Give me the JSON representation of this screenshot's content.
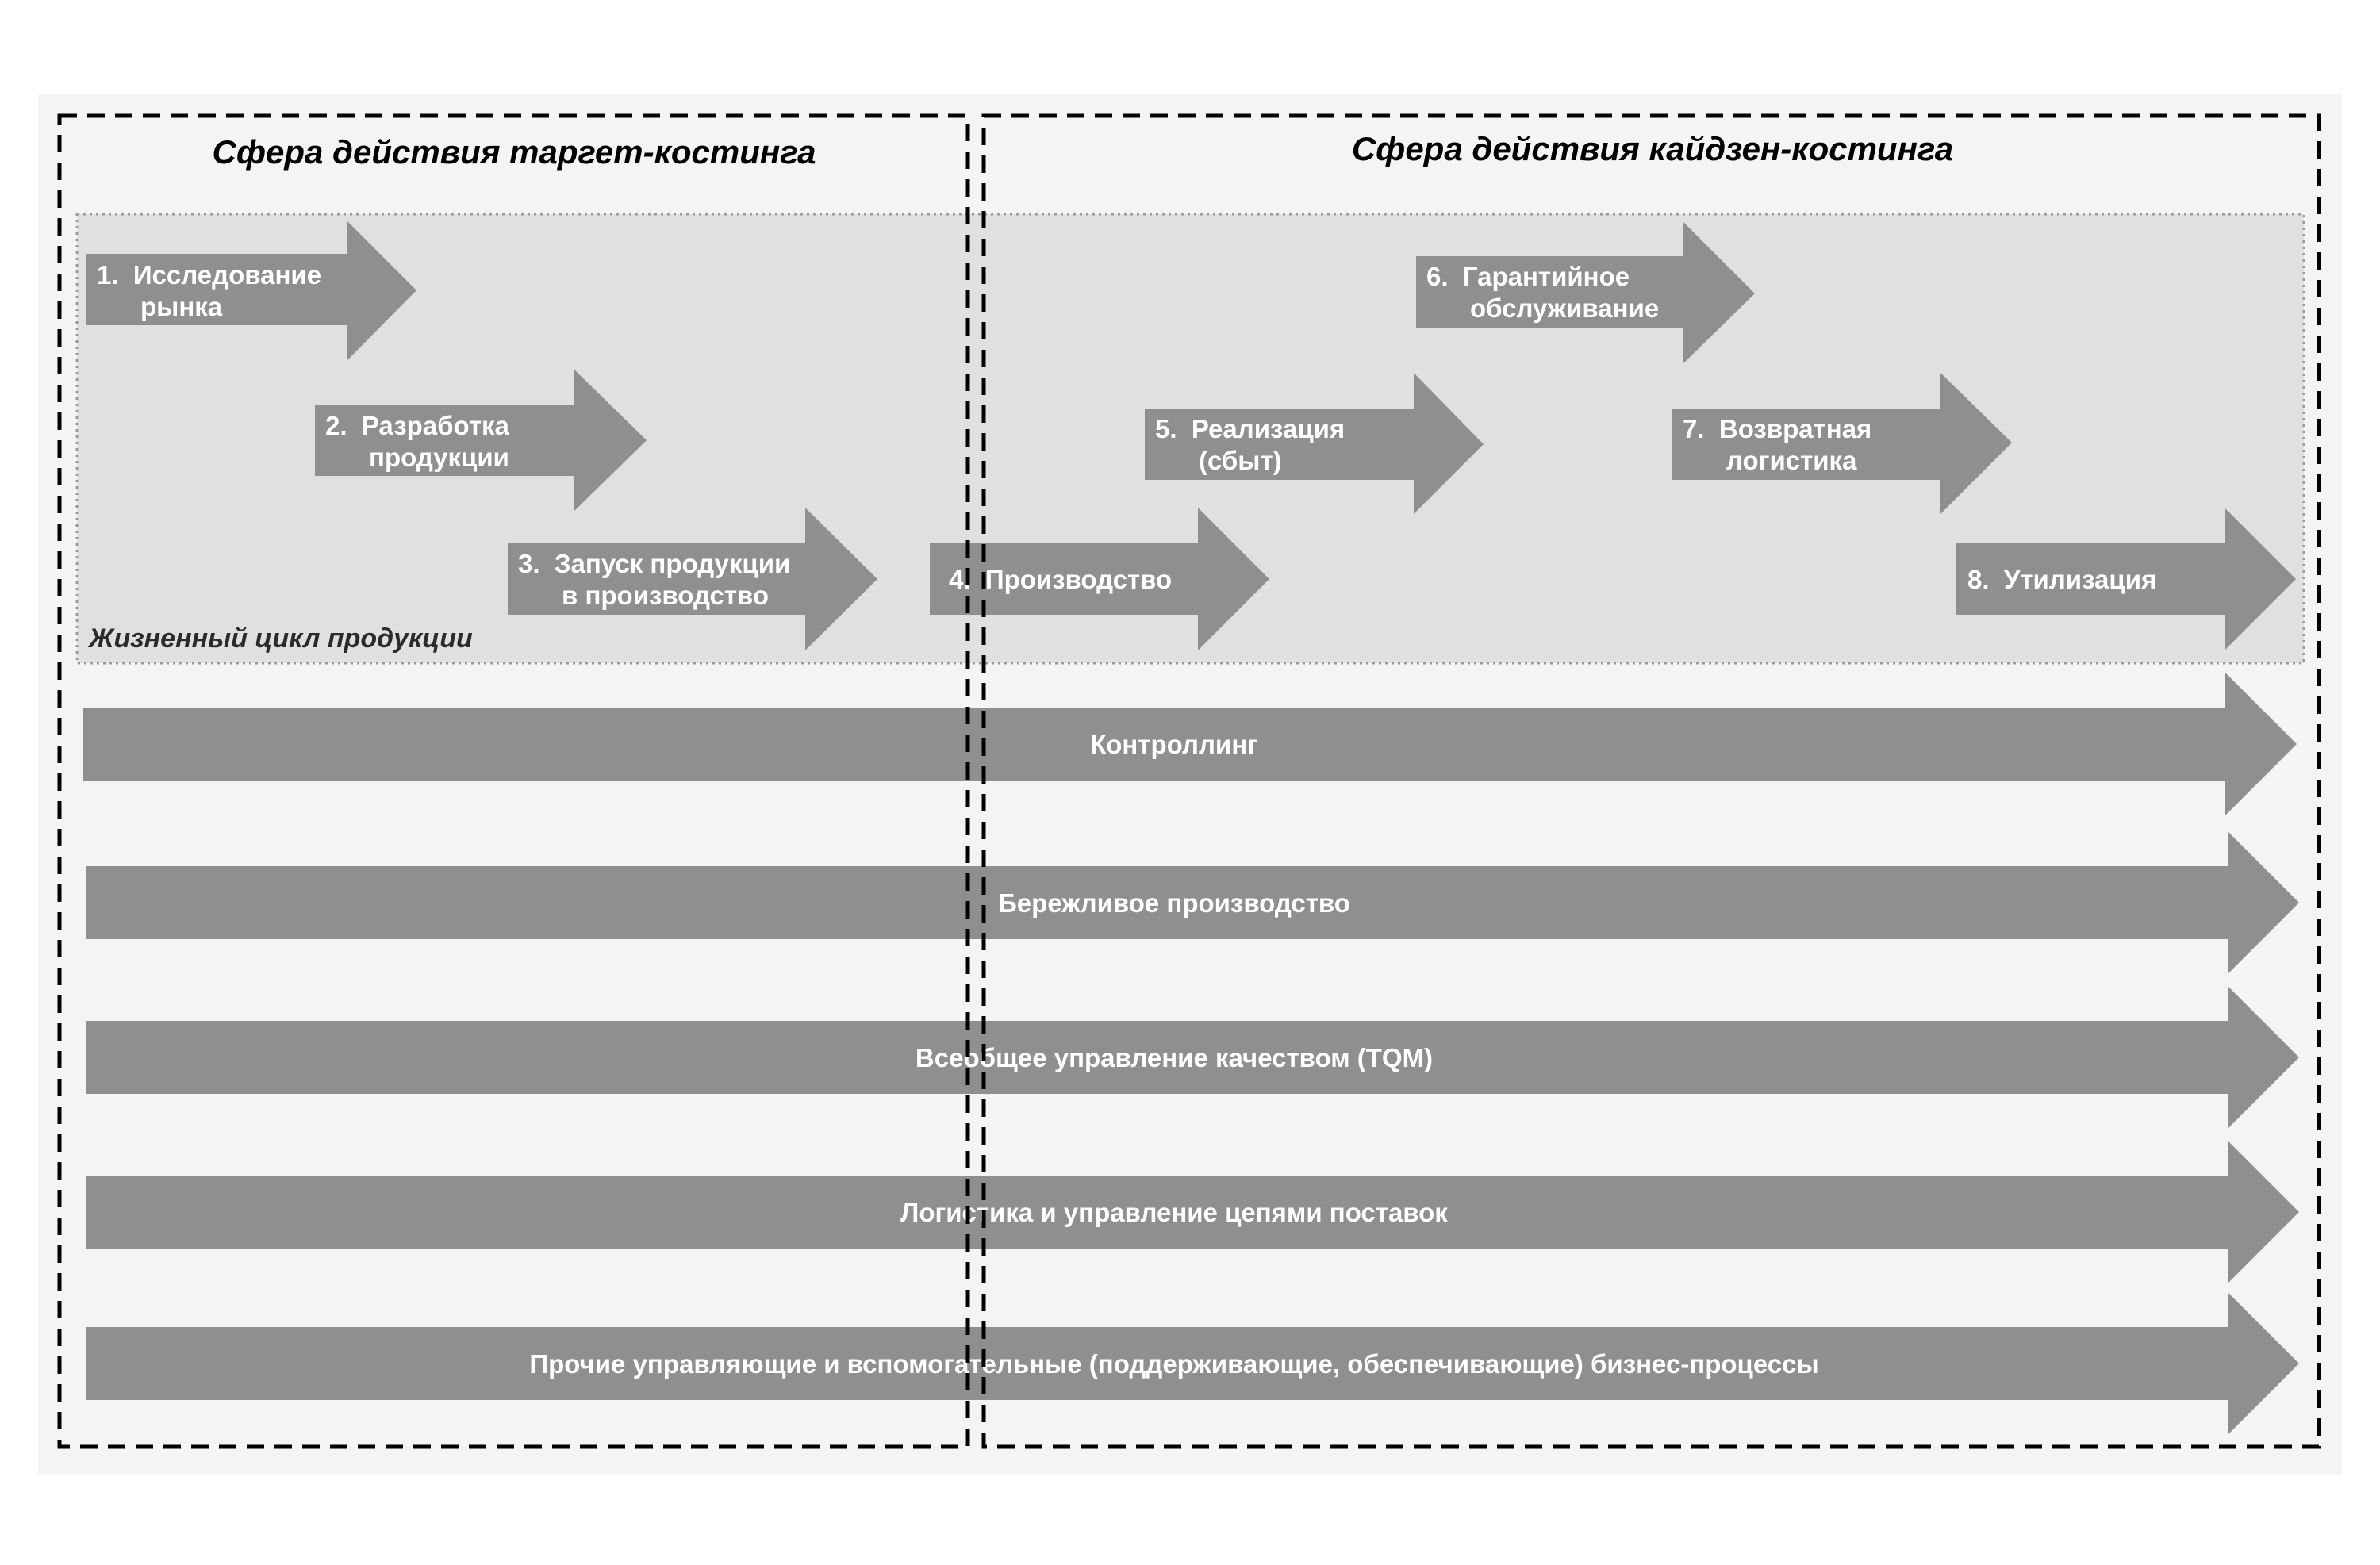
{
  "scopes": {
    "target": {
      "title": "Сфера действия таргет-костинга"
    },
    "kaizen": {
      "title": "Сфера действия кайдзен-костинга"
    }
  },
  "lifecycle": {
    "label": "Жизненный цикл продукции",
    "stages": [
      {
        "lines": [
          "1.  Исследование",
          "      рынка"
        ]
      },
      {
        "lines": [
          "2.  Разработка",
          "      продукции"
        ]
      },
      {
        "lines": [
          "3.  Запуск продукции",
          "      в производство"
        ]
      },
      {
        "lines": [
          "4.  Производство"
        ]
      },
      {
        "lines": [
          "5.  Реализация",
          "      (сбыт)"
        ]
      },
      {
        "lines": [
          "6.  Гарантийное",
          "      обслуживание"
        ]
      },
      {
        "lines": [
          "7.  Возвратная",
          "      логистика"
        ]
      },
      {
        "lines": [
          "8.  Утилизация"
        ]
      }
    ]
  },
  "processes": [
    {
      "label": "Контроллинг"
    },
    {
      "label": "Бережливое производство"
    },
    {
      "label": "Всеобщее управление качеством (TQM)"
    },
    {
      "label": "Логистика и управление цепями поставок"
    },
    {
      "label": "Прочие управляющие и вспомогательные (поддерживающие, обеспечивающие) бизнес-процессы"
    }
  ],
  "colors": {
    "outer_background": "#f4f4f4",
    "lifecycle_background": "#e0e0e0",
    "arrow": "#8f8f8f",
    "arrow_text": "#ffffff",
    "dashed_border": "#000000"
  }
}
